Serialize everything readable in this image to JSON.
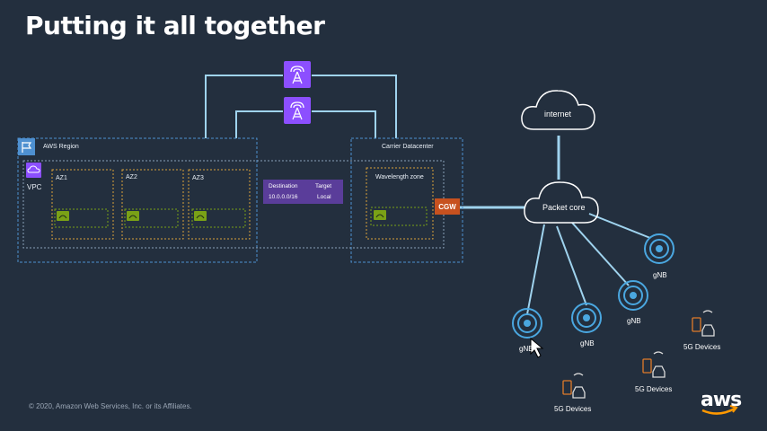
{
  "title": "Putting it all together",
  "aws_region_label": "AWS Region",
  "vpc_label": "VPC",
  "az_labels": [
    "AZ1",
    "AZ2",
    "AZ3"
  ],
  "carrier_label": "Carrier Datacenter",
  "wavelength_label": "Wavelength zone",
  "route_table": {
    "header_destination": "Destination",
    "header_target": "Target",
    "row_destination": "10.0.0.0/16",
    "row_target": "Local"
  },
  "cgw_label": "CGW",
  "internet_label": "internet",
  "packet_core_label": "Packet core",
  "gnb_labels": [
    "gNB",
    "gNB",
    "gNB",
    "gNB"
  ],
  "device_labels": [
    "5G Devices",
    "5G Devices",
    "5G Devices"
  ],
  "copyright": "© 2020, Amazon Web Services, Inc. or its Affiliates.",
  "logo_text": "aws",
  "colors": {
    "background": "#232f3e",
    "line": "#7fc4e8",
    "region_border": "#4e90d0",
    "az_border": "#d9a13b",
    "purple": "#8c4fff",
    "cgw": "#c7511f",
    "subnet": "#7aa116"
  }
}
